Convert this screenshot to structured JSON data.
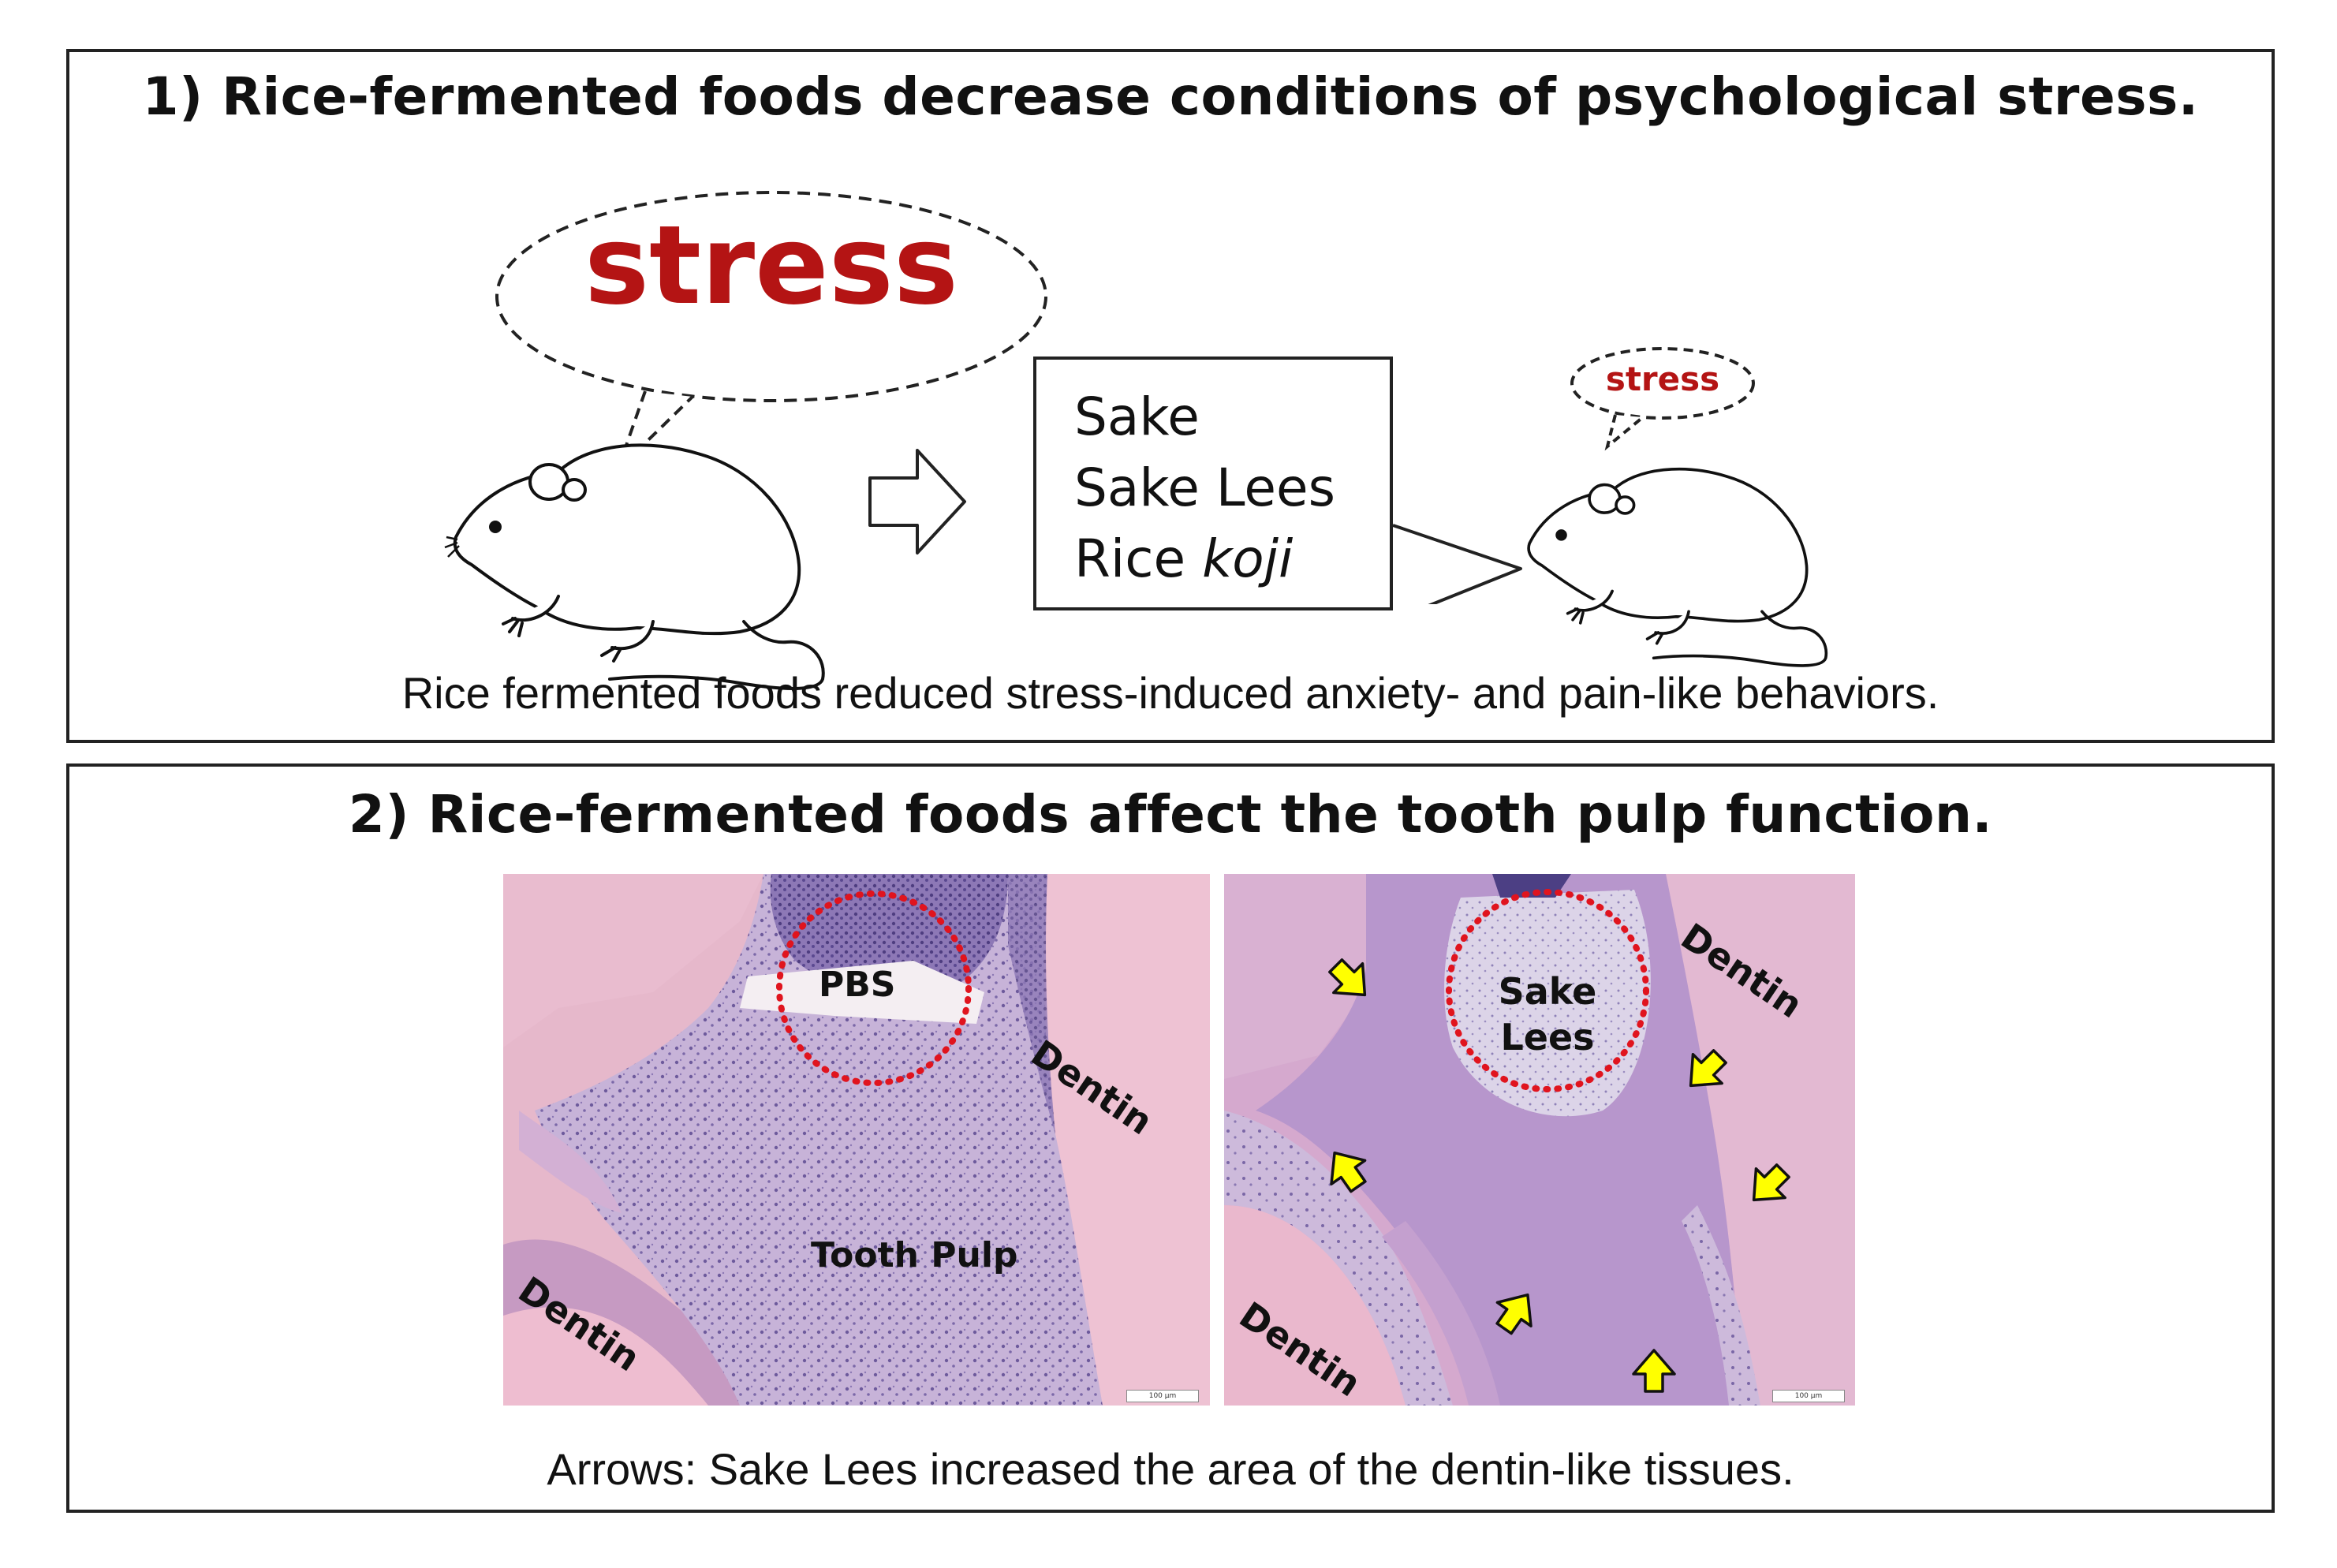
{
  "panel1": {
    "title": "1) Rice-fermented foods decrease conditions of psychological stress.",
    "bubble_large": "stress",
    "bubble_small": "stress",
    "foods": {
      "item1": "Sake",
      "item2": "Sake Lees",
      "item3_prefix": "Rice ",
      "item3_italic": "koji"
    },
    "caption": "Rice fermented foods reduced stress-induced anxiety- and pain-like behaviors."
  },
  "panel2": {
    "title": "2) Rice-fermented foods affect the tooth pulp function.",
    "left_image": {
      "label_group": "PBS",
      "label_dentin_top": "Dentin",
      "label_dentin_bottom": "Dentin",
      "label_pulp": "Tooth Pulp",
      "scale_bar": "100 μm"
    },
    "right_image": {
      "label_group_line1": "Sake",
      "label_group_line2": "Lees",
      "label_dentin_top": "Dentin",
      "label_dentin_bottom": "Dentin",
      "scale_bar": "100 μm"
    },
    "caption": "Arrows: Sake Lees increased the area of the dentin-like tissues."
  },
  "colors": {
    "stress_red": "#b41414",
    "circle_red": "#e0141e",
    "arrow_yellow": "#ffff00",
    "tissue_pink": "#e8b8cc",
    "tissue_purple": "#a78fc4"
  }
}
